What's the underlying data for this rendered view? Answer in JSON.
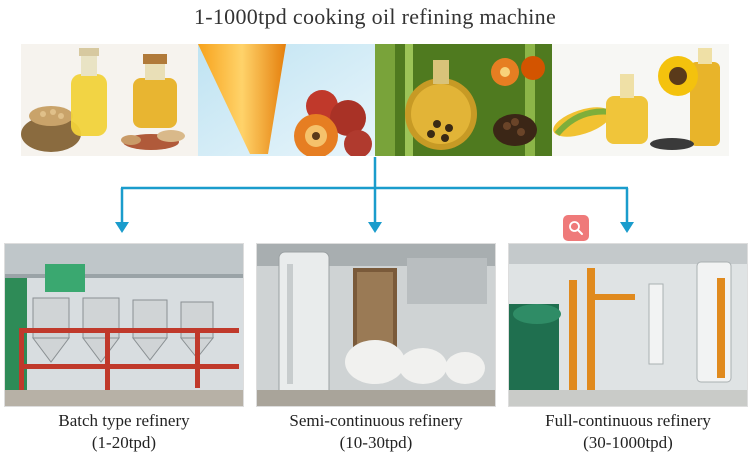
{
  "title": "1-1000tpd cooking oil refining machine",
  "top_images": [
    {
      "icon": "soybean-peanut-oil-bottles"
    },
    {
      "icon": "palm-oil-pour"
    },
    {
      "icon": "palm-fruit-oil-flask"
    },
    {
      "icon": "corn-sunflower-oil"
    }
  ],
  "refineries": [
    {
      "name": "Batch type refinery",
      "capacity": "(1-20tpd)",
      "icon": "batch-refinery-photo"
    },
    {
      "name": "Semi-continuous refinery",
      "capacity": "(10-30tpd)",
      "icon": "semi-continuous-refinery-photo"
    },
    {
      "name": "Full-continuous refinery",
      "capacity": "(30-1000tpd)",
      "icon": "full-continuous-refinery-photo"
    }
  ],
  "colors": {
    "connector": "#1a9ccc",
    "zoom_button": "#ef7a7a"
  },
  "zoom_icon": "search-icon"
}
